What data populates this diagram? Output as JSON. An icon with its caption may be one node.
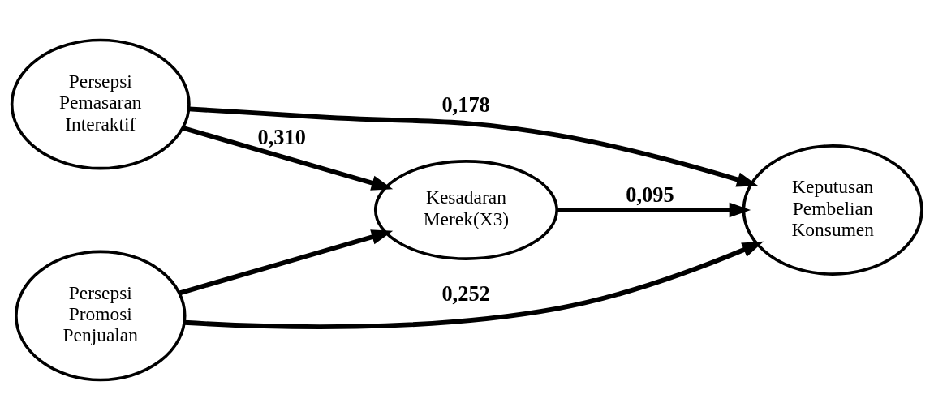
{
  "diagram": {
    "nodes": [
      {
        "text": [
          "Persepsi Pemasaran Interaktif"
        ]
      },
      {
        "text": [
          "Kesadaran Merek(X3)"
        ]
      },
      {
        "text": [
          "Keputusan Pembelian Konsumen"
        ]
      },
      {
        "text": [
          "Persepsi Promosi Penjualan"
        ]
      }
    ],
    "edges": [
      {
        "from": 0,
        "to": 2,
        "arrow": "to",
        "label": "0,178"
      },
      {
        "from": 0,
        "to": 1,
        "arrow": "to",
        "label": "0,310"
      },
      {
        "from": 1,
        "to": 2,
        "arrow": "to",
        "label": "0,095"
      },
      {
        "from": 3,
        "to": 1,
        "arrow": "to"
      },
      {
        "from": 3,
        "to": 2,
        "arrow": "to",
        "label": "0,252"
      }
    ]
  }
}
